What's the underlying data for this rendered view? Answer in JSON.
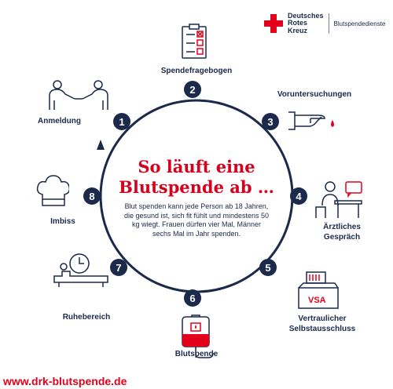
{
  "logo": {
    "org_line1": "Deutsches",
    "org_line2": "Rotes",
    "org_line3": "Kreuz",
    "service": "Blutspendedienste"
  },
  "title": {
    "line1": "So läuft eine",
    "line2": "Blutspende ab …"
  },
  "description": "Blut spenden kann jede Person ab 18 Jahren, die gesund ist, sich fit fühlt und mindestens 50 kg wiegt. Frauen dürfen vier Mal, Männer sechs Mal im Jahr spenden.",
  "steps": [
    {
      "number": "1",
      "label": "Anmeldung",
      "icon": "handshake-icon"
    },
    {
      "number": "2",
      "label": "Spendefragebogen",
      "icon": "questionnaire-icon"
    },
    {
      "number": "3",
      "label": "Voruntersuchungen",
      "icon": "blood-drop-hand-icon"
    },
    {
      "number": "4",
      "label_line1": "Ärztliches",
      "label_line2": "Gespräch",
      "icon": "doctor-consultation-icon"
    },
    {
      "number": "5",
      "label_line1": "Vertraulicher",
      "label_line2": "Selbstausschluss",
      "icon": "ballot-box-icon",
      "box_text": "VSA"
    },
    {
      "number": "6",
      "label": "Blutspende",
      "icon": "blood-bag-icon"
    },
    {
      "number": "7",
      "label": "Ruhebereich",
      "icon": "lounge-chair-clock-icon"
    },
    {
      "number": "8",
      "label": "Imbiss",
      "icon": "chef-hat-icon"
    }
  ],
  "website": "www.drk-blutspende.de",
  "colors": {
    "navy": "#1b2a4a",
    "red": "#e3001b",
    "title_red": "#d6001c"
  }
}
